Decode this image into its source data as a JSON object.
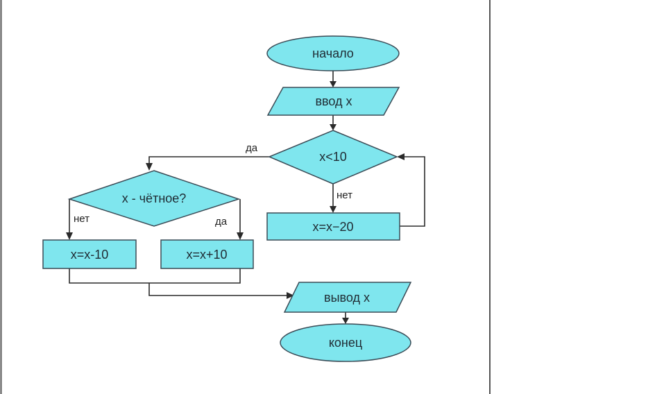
{
  "colors": {
    "fill": "#7fe6ee",
    "stroke": "#3a4a55",
    "frame": "#555555"
  },
  "nodes": {
    "start": "начало",
    "input": "ввод x",
    "condition_main": "x<10",
    "assign_sub20": "x=x−20",
    "condition_even": "x - чётное?",
    "assign_sub10": "x=x-10",
    "assign_add10": "x=x+10",
    "output": "вывод x",
    "end": "конец"
  },
  "labels": {
    "yes_main": "да",
    "no_main": "нет",
    "no_even": "нет",
    "yes_even": "да"
  }
}
